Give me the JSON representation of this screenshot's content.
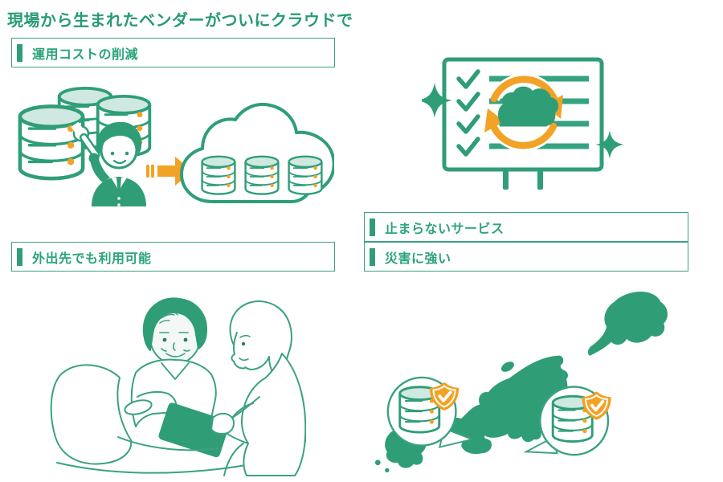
{
  "page": {
    "title": "現場から生まれたベンダーがついにクラウドで",
    "background": "#ffffff"
  },
  "colors": {
    "title_text": "#279a76",
    "heading_text": "#2ba37c",
    "heading_border": "#3aa184",
    "accent_bar": "#2f9e77",
    "illustration_green": "#2f9e77",
    "illustration_line": "#3aa184",
    "orange": "#f2a224",
    "database_top_fill": "#cfe8e1"
  },
  "features": [
    {
      "heading": "運用コストの削減",
      "illustration": "databases-migrated-to-cloud-illustration"
    },
    {
      "heading": "止まらないサービス",
      "illustration": "checklist-board-cloud-sync-illustration"
    },
    {
      "heading": "外出先でも利用可能",
      "illustration": "caregiver-tablet-elderly-illustration"
    },
    {
      "heading": "災害に強い",
      "illustration": "japan-map-protected-datacenters-illustration"
    }
  ]
}
